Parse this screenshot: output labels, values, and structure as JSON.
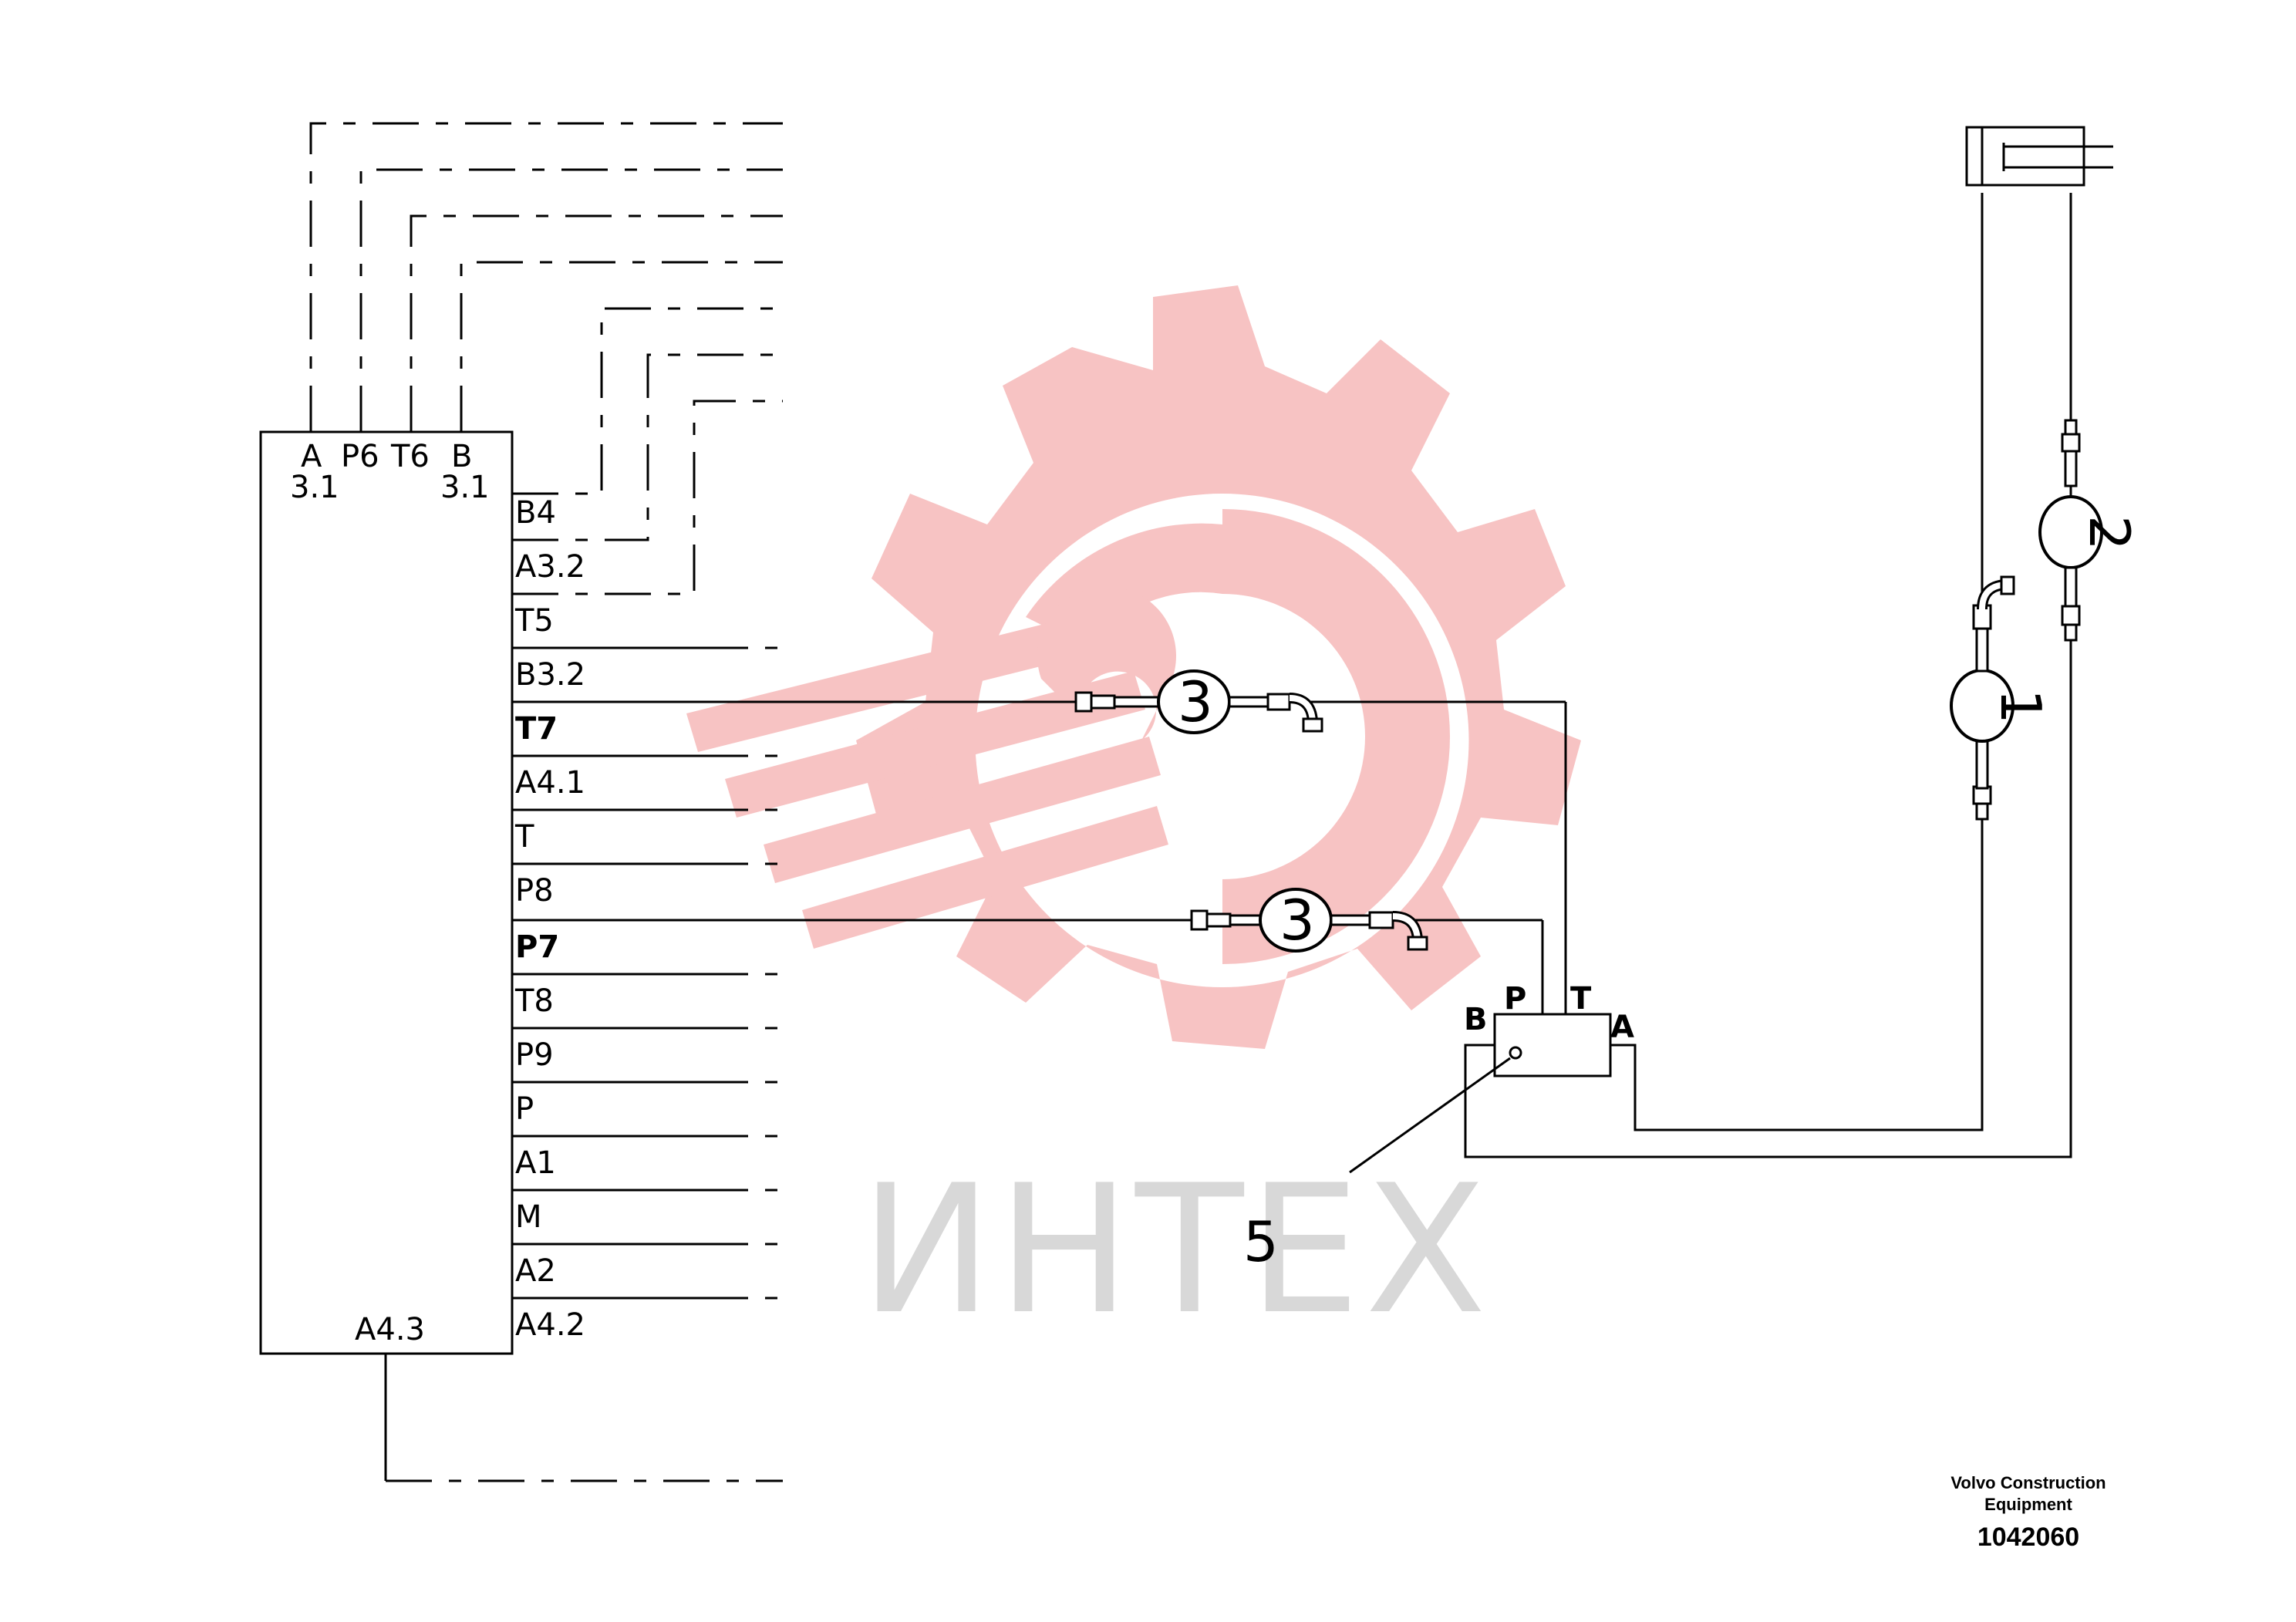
{
  "watermark": {
    "text": "ИНТЕХ",
    "gear_color": "#f7c3c3",
    "text_color": "#d8d8d8"
  },
  "valve_block": {
    "top_ports": [
      {
        "name": "A",
        "sub": "3.1"
      },
      {
        "name": "P6",
        "sub": ""
      },
      {
        "name": "T6",
        "sub": ""
      },
      {
        "name": "B",
        "sub": "3.1"
      }
    ],
    "right_ports": [
      "B4",
      "A3.2",
      "T5",
      "B3.2",
      "T7",
      "A4.1",
      "T",
      "P8",
      "P7",
      "T8",
      "P9",
      "P",
      "A1",
      "M",
      "A2",
      "A4.2"
    ],
    "bold_ports": [
      "T7",
      "P7"
    ],
    "bottom_port": "A4.3"
  },
  "control_valve": {
    "ports": {
      "B": "B",
      "P": "P",
      "T": "T",
      "A": "A"
    }
  },
  "callouts": {
    "hose_1": "1",
    "hose_2": "2",
    "hose_3_upper": "3",
    "hose_3_lower": "3",
    "valve_5": "5"
  },
  "caption": {
    "line1": "Volvo Construction",
    "line2": "Equipment",
    "number": "1042060"
  }
}
